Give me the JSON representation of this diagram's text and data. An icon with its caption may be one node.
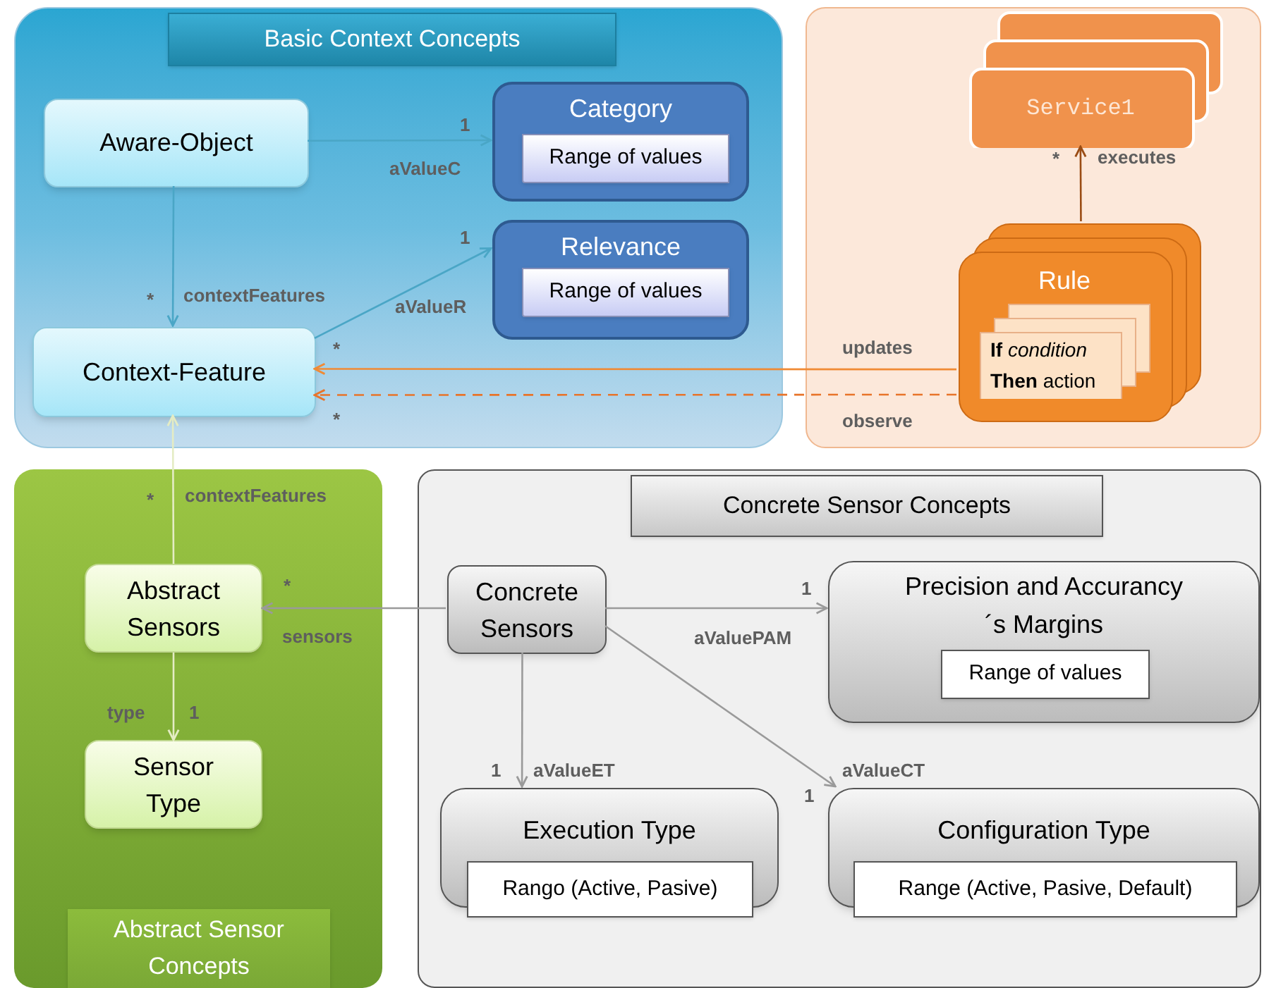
{
  "diagram": {
    "nodes": [
      {
        "text": [
          "Basic Context Concepts"
        ]
      },
      {
        "text": [
          "Aware-Object"
        ],
        "in": 0
      },
      {
        "text": [
          "Category"
        ],
        "in": 0
      },
      {
        "text": [
          "Range of values"
        ],
        "in": 2
      },
      {
        "text": [
          "Relevance"
        ],
        "in": 0
      },
      {
        "text": [
          "Range of values"
        ],
        "in": 4
      },
      {
        "text": [
          "Context-Feature"
        ],
        "in": 0
      },
      {
        "text": [],
        "shape": "box"
      },
      {
        "text": [
          "Service1"
        ],
        "in": 7
      },
      {
        "text": [
          "Rule"
        ],
        "in": 7
      },
      {
        "text": [
          "**If** *condition* **Then** action"
        ],
        "in": 9
      },
      {
        "text": [
          "Abstract Sensor Concepts"
        ]
      },
      {
        "text": [
          "Abstract Sensors"
        ],
        "in": 11
      },
      {
        "text": [
          "Sensor Type"
        ],
        "in": 11
      },
      {
        "text": [
          "Concrete Sensor Concepts"
        ]
      },
      {
        "text": [
          "Concrete Sensors"
        ],
        "in": 14
      },
      {
        "text": [
          "Precision and Accurancy´s Margins"
        ],
        "in": 14
      },
      {
        "text": [
          "Range of values"
        ],
        "in": 16
      },
      {
        "text": [
          "Execution Type"
        ],
        "in": 14
      },
      {
        "text": [
          "Rango (Active, Pasive)"
        ],
        "in": 18
      },
      {
        "text": [
          "Configuration Type"
        ],
        "in": 14
      },
      {
        "text": [
          "Range (Active, Pasive, Default)"
        ],
        "in": 20
      }
    ],
    "edges": [
      {
        "from": 1,
        "to": 2,
        "arrow": "to",
        "label": "aValueC",
        "color": "#4aa6c6"
      },
      {
        "from": 1,
        "to": 6,
        "arrow": "to",
        "label": "contextFeatures",
        "color": "#4aa6c6"
      },
      {
        "from": 6,
        "to": 4,
        "arrow": "to",
        "label": "aValueR",
        "color": "#4aa6c6"
      },
      {
        "from": 9,
        "to": 6,
        "arrow": "to",
        "label": "updates",
        "color": "#f08a34"
      },
      {
        "from": 9,
        "to": 6,
        "arrow": "to",
        "label": "observe",
        "style": "dashed",
        "color": "#e8742a"
      },
      {
        "from": 9,
        "to": 8,
        "arrow": "to",
        "label": "executes",
        "color": "#9a4c14"
      },
      {
        "from": 12,
        "to": 6,
        "arrow": "to",
        "label": "contextFeatures",
        "color": "#e4ecc4"
      },
      {
        "from": 15,
        "to": 12,
        "arrow": "to",
        "label": "sensors"
      },
      {
        "from": 12,
        "to": 13,
        "arrow": "to",
        "label": "type",
        "color": "#e4ecc4"
      },
      {
        "from": 15,
        "to": 16,
        "arrow": "to",
        "label": "aValuePAM"
      },
      {
        "from": 15,
        "to": 18,
        "arrow": "to",
        "label": "aValueET"
      },
      {
        "from": 15,
        "to": 20,
        "arrow": "to",
        "label": "aValueCT"
      }
    ],
    "labels": [
      "1",
      "*",
      "1",
      "*",
      "*",
      "*",
      "*",
      "*",
      "1",
      "1",
      "1",
      "1"
    ]
  }
}
